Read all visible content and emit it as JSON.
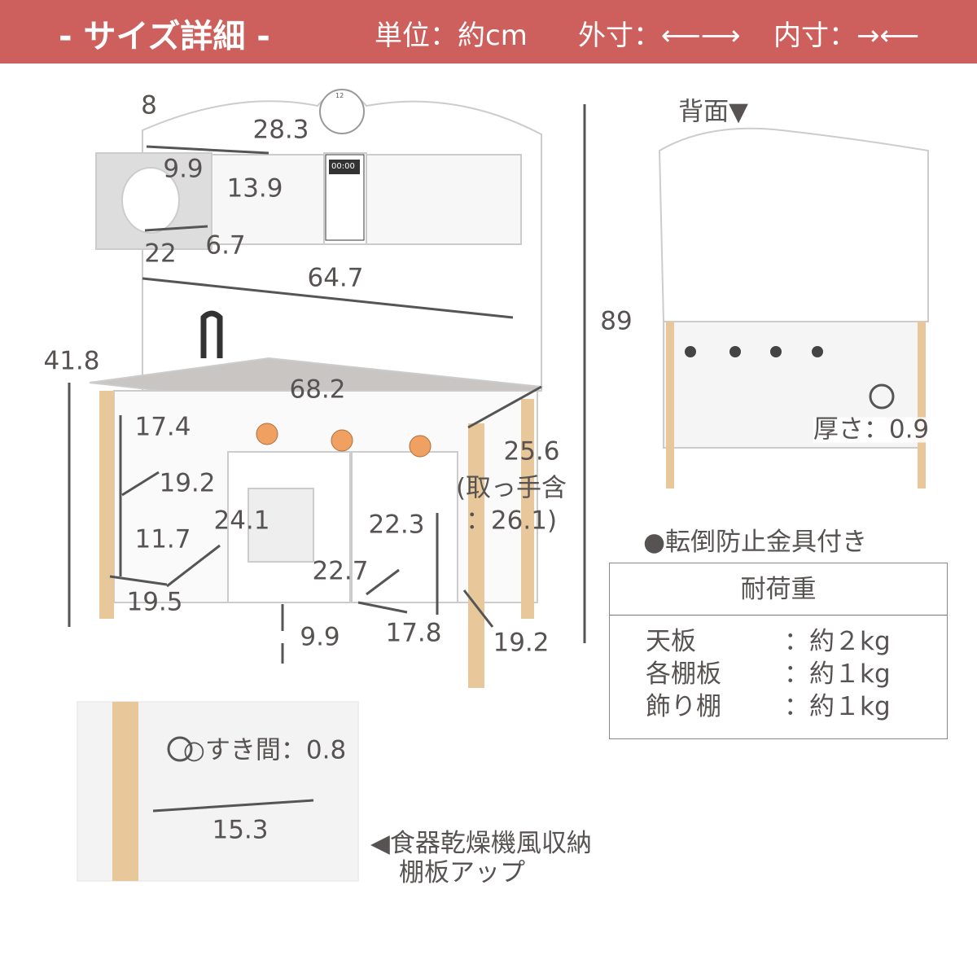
{
  "header": {
    "title": "- サイズ詳細 -",
    "unit": "単位：約cm",
    "outer": "外寸：⟵⟶",
    "inner": "内寸：→⟵"
  },
  "dimensions": {
    "d8": "8",
    "d28_3": "28.3",
    "d9_9a": "9.9",
    "d13_9": "13.9",
    "d22": "22",
    "d6_7": "6.7",
    "d64_7": "64.7",
    "d89": "89",
    "d41_8": "41.8",
    "d68_2": "68.2",
    "d17_4": "17.4",
    "d25_6": "25.6",
    "handle1": "(取っ手含",
    "handle2": "：26.1)",
    "d19_2a": "19.2",
    "d24_1": "24.1",
    "d22_3": "22.3",
    "d11_7": "11.7",
    "d22_7": "22.7",
    "d19_5": "19.5",
    "d9_9b": "9.9",
    "d17_8": "17.8",
    "d19_2b": "19.2"
  },
  "back": {
    "label": "背面▼",
    "thickness": "厚さ：0.9"
  },
  "feature": "●転倒防止金具付き",
  "load": {
    "title": "耐荷重",
    "rows": [
      {
        "k": "天板",
        "v": "：約２kg"
      },
      {
        "k": "各棚板",
        "v": "：約１kg"
      },
      {
        "k": "飾り棚",
        "v": "：約１kg"
      }
    ]
  },
  "closeup": {
    "gap": "○すき間：0.8",
    "width": "15.3",
    "caption1": "◀食器乾燥機風収納",
    "caption2": "棚板アップ"
  },
  "clock": "12",
  "timer": "00:00"
}
